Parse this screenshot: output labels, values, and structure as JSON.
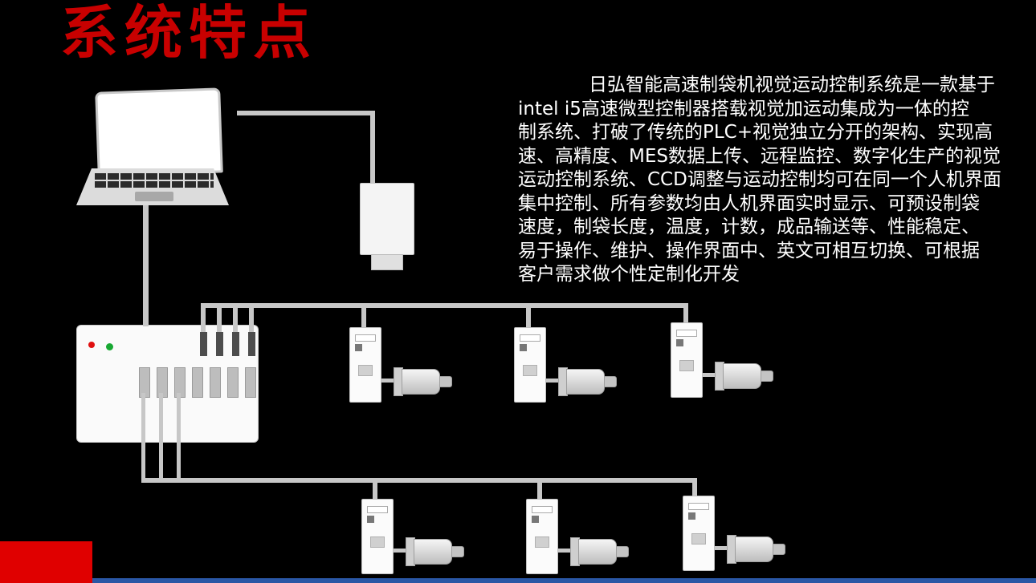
{
  "slide": {
    "title": "系统特点",
    "description_lines": [
      "日弘智能高速制袋机视觉运动控制系统是一款基于",
      "intel i5高速微型控制器搭载视觉加运动集成为一体的控",
      "制系统、打破了传统的PLC+视觉独立分开的架构、实现高",
      "速、高精度、MES数据上传、远程监控、数字化生产的视觉",
      "运动控制系统、CCD调整与运动控制均可在同一个人机界面",
      "集中控制、所有参数均由人机界面实时显示、可预设制袋",
      "速度，制袋长度，温度，计数，成品输送等、性能稳定、",
      "易于操作、维护、操作界面中、英文可相互切换、可根据",
      "客户需求做个性定制化开发"
    ],
    "colors": {
      "background": "#000000",
      "title_red": "#c80000",
      "body_text": "#ffffff",
      "footer_red": "#e00000",
      "footer_blue": "#2a57a5",
      "wire_gray": "#c7c7c7",
      "led_red": "#e01010",
      "led_green": "#18a832"
    },
    "diagram": {
      "nodes": {
        "laptop": "laptop-computer",
        "camera": "ccd-camera",
        "controller": "motion-controller-box",
        "servo_unit": "servo-drive-with-motor"
      },
      "servo_unit_count": 6,
      "controller_leds": [
        "red",
        "green"
      ]
    }
  }
}
